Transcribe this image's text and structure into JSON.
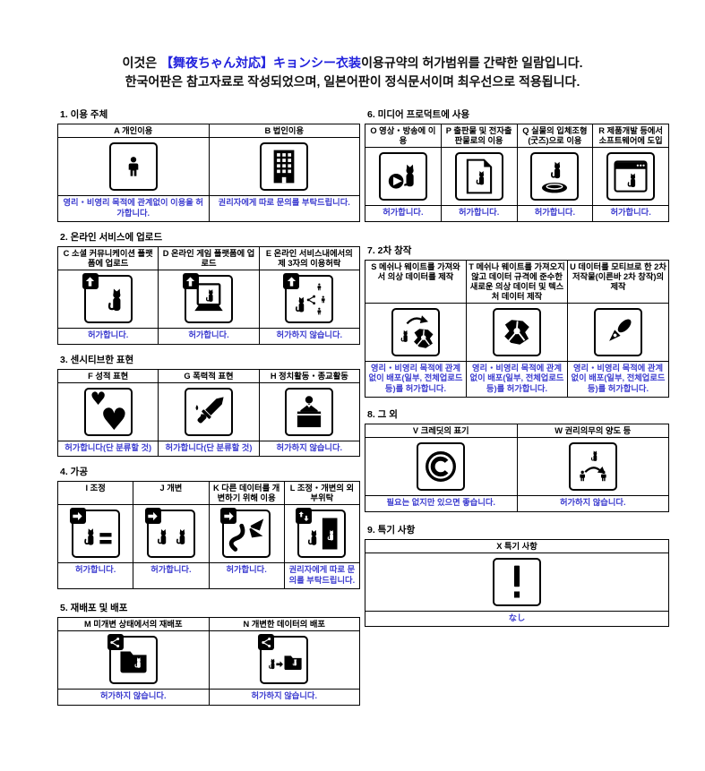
{
  "title": {
    "line1_prefix": "이것은 ",
    "line1_accent": "【舞夜ちゃん対応】キョンシー衣装",
    "line1_suffix": "이용규약의 허가범위를 간략한 일람입니다.",
    "line2": "한국어판은 참고자료로 작성되었으며, 일본어판이 정식문서이며 최우선으로 적용됩니다."
  },
  "colors": {
    "accent_blue": "#2222dd",
    "permission_blue": "#3f3fd0",
    "border": "#000000"
  },
  "sections": [
    {
      "number_label": "1. 이용 주체",
      "cells": [
        {
          "header": "A 개인이용",
          "icon": "person-icon",
          "text": "영리・비영리 목적에 관계없이 이용을 허가합니다."
        },
        {
          "header": "B 법인이용",
          "icon": "building-icon",
          "text": "권리자에게 따로 문의를 부탁드립니다."
        }
      ]
    },
    {
      "number_label": "2. 온라인 서비스에 업로드",
      "cells": [
        {
          "header": "C 소셜 커뮤니케이션 플랫폼에 업로드",
          "icon": "social-upload-icon",
          "text": "허가합니다."
        },
        {
          "header": "D 온라인 게임 플랫폼에 업로드",
          "icon": "game-upload-icon",
          "text": "허가합니다."
        },
        {
          "header": "E 온라인 서비스내에서의 제 3자의 이용허락",
          "icon": "third-party-share-icon",
          "text": "허가하지 않습니다."
        }
      ]
    },
    {
      "number_label": "3. 센시티브한 표현",
      "cells": [
        {
          "header": "F 성적 표현",
          "icon": "hearts-icon",
          "text": "허가합니다(단 분류할 것)"
        },
        {
          "header": "G 폭력적 표현",
          "icon": "knife-icon",
          "text": "허가합니다(단 분류할 것)"
        },
        {
          "header": "H 정치활동・종교활동",
          "icon": "podium-icon",
          "text": "허가하지 않습니다."
        }
      ]
    },
    {
      "number_label": "4. 가공",
      "cells": [
        {
          "header": "I 조정",
          "icon": "adjust-icon",
          "text": "허가합니다."
        },
        {
          "header": "J 개변",
          "icon": "modify-icon",
          "text": "허가합니다."
        },
        {
          "header": "K 다른 데이터를 개변하기 위해 이용",
          "icon": "parts-use-icon",
          "text": "허가합니다."
        },
        {
          "header": "L 조정・개변의 외부위탁",
          "icon": "outsource-icon",
          "text": "권리자에게 따로 문의를 부탁드립니다."
        }
      ]
    },
    {
      "number_label": "5. 재배포 및 배포",
      "cells": [
        {
          "header": "M 미개변 상태에서의 재배포",
          "icon": "redistribute-icon",
          "text": "허가하지 않습니다."
        },
        {
          "header": "N 개변한 데이터의 배포",
          "icon": "modified-distribute-icon",
          "text": "허가하지 않습니다."
        }
      ]
    },
    {
      "number_label": "6. 미디어 프로덕트에 사용",
      "cells": [
        {
          "header": "O 영상・방송에 이용",
          "icon": "video-play-icon",
          "text": "허가합니다."
        },
        {
          "header": "P 출판물 및 전자출판물로의 이용",
          "icon": "publication-icon",
          "text": "허가합니다."
        },
        {
          "header": "Q 실물의 입체조형(굿즈)으로 이용",
          "icon": "figure-goods-icon",
          "text": "허가합니다."
        },
        {
          "header": "R 제품개발 등에서 소프트웨어에 도입",
          "icon": "software-window-icon",
          "text": "허가합니다."
        }
      ]
    },
    {
      "number_label": "7. 2차 창작",
      "cells": [
        {
          "header": "S 메쉬나 웨이트를 가져와서 의상 데이터를 제작",
          "icon": "mesh-import-icon",
          "text": "영리・비영리 목적에 관계없이 배포(일부, 전체업로드 등)를 허가합니다."
        },
        {
          "header": "T 메쉬나 웨이트를 가져오지 않고 데이터 규격에 준수한 새로운 의상 데이터 및 텍스처 데이터 제작",
          "icon": "new-costume-icon",
          "text": "영리・비영리 목적에 관계없이 배포(일부, 전체업로드 등)를 허가합니다."
        },
        {
          "header": "U 데이터를 모티브로 한 2차 저작물(이른바 2차 창작)의 제작",
          "icon": "pen-icon",
          "text": "영리・비영리 목적에 관계없이 배포(일부, 전체업로드 등)를 허가합니다."
        }
      ]
    },
    {
      "number_label": "8. 그 외",
      "cells": [
        {
          "header": "V 크레딧의 표기",
          "icon": "copyright-icon",
          "text": "필요는 없지만 있으면 좋습니다."
        },
        {
          "header": "W 권리의무의 양도 등",
          "icon": "rights-transfer-icon",
          "text": "허가하지 않습니다."
        }
      ]
    },
    {
      "number_label": "9. 특기 사항",
      "cells": [
        {
          "header": "X 특기 사항",
          "icon": "exclamation-icon",
          "text": "なし"
        }
      ]
    }
  ]
}
